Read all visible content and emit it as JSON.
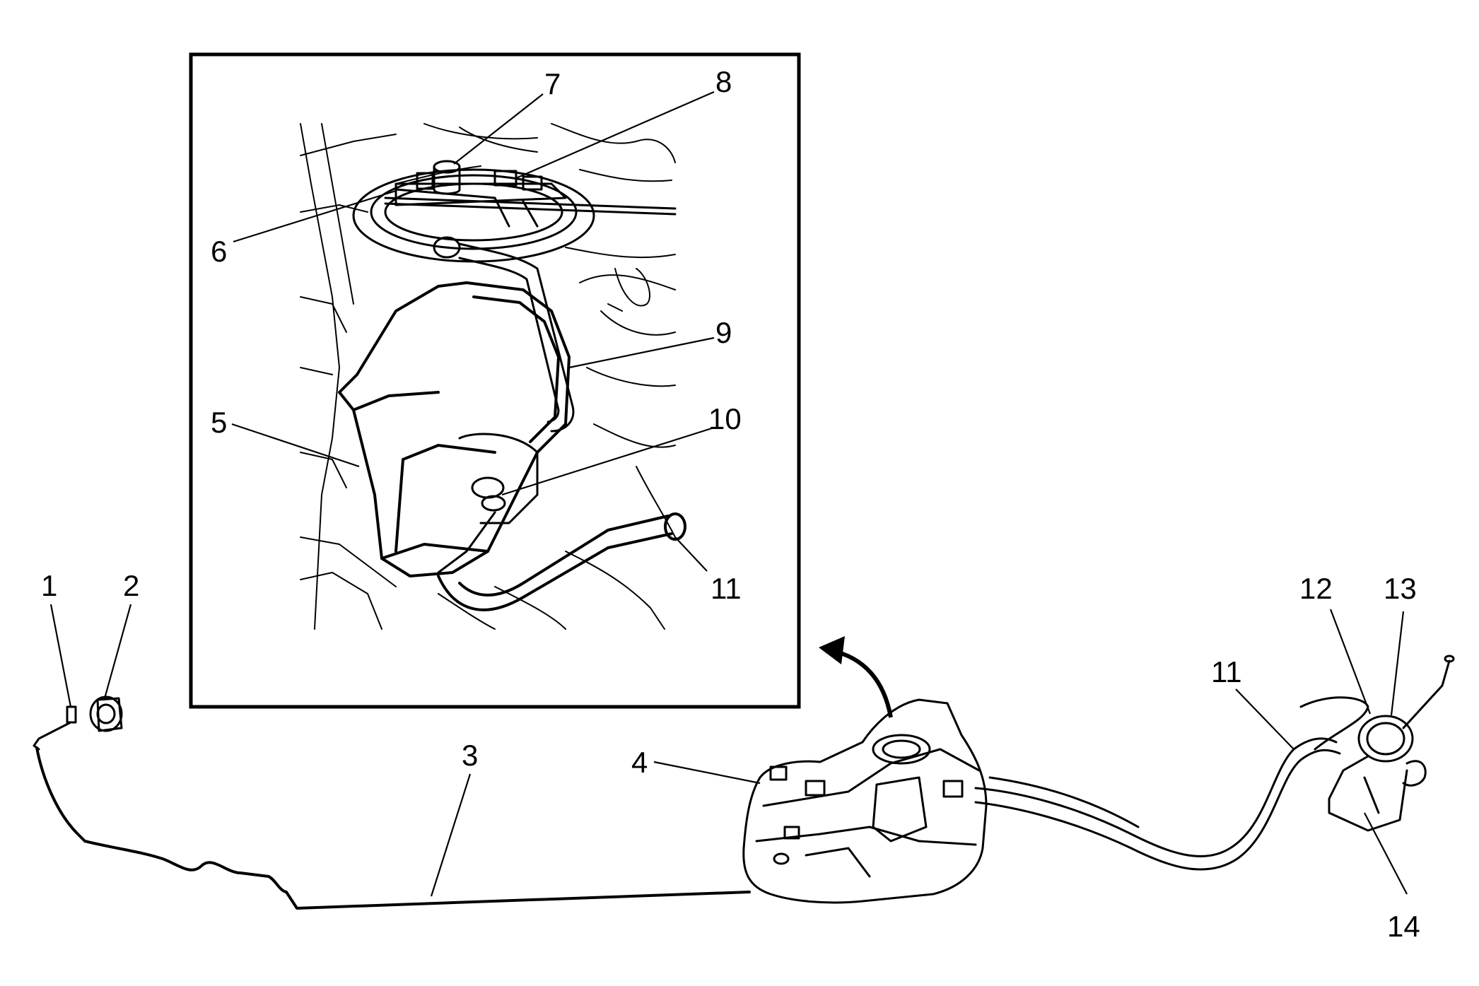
{
  "diagram": {
    "callouts": [
      {
        "id": "1",
        "label": "1"
      },
      {
        "id": "2",
        "label": "2"
      },
      {
        "id": "3",
        "label": "3"
      },
      {
        "id": "4",
        "label": "4"
      },
      {
        "id": "5",
        "label": "5"
      },
      {
        "id": "6",
        "label": "6"
      },
      {
        "id": "7",
        "label": "7"
      },
      {
        "id": "8",
        "label": "8"
      },
      {
        "id": "9",
        "label": "9"
      },
      {
        "id": "10",
        "label": "10"
      },
      {
        "id": "11a",
        "label": "11"
      },
      {
        "id": "11b",
        "label": "11"
      },
      {
        "id": "12",
        "label": "12"
      },
      {
        "id": "13",
        "label": "13"
      },
      {
        "id": "14",
        "label": "14"
      }
    ],
    "colors": {
      "ink": "#000000",
      "background": "#ffffff"
    }
  }
}
